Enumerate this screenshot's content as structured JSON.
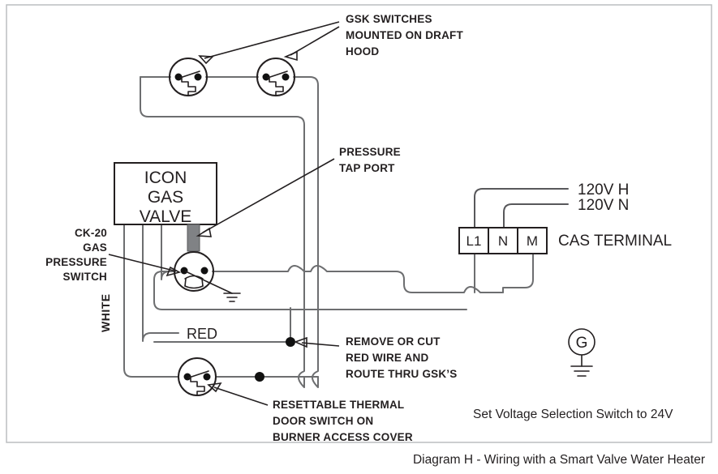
{
  "diagram": {
    "caption": "Diagram H - Wiring with a Smart Valve Water Heater",
    "note": "Set Voltage Selection Switch to 24V",
    "components": {
      "gas_valve": {
        "line1": "ICON",
        "line2": "GAS",
        "line3": "VALVE"
      },
      "terminal_block": {
        "cells": [
          "L1",
          "N",
          "M"
        ],
        "label": "CAS TERMINAL"
      },
      "ground_symbol": {
        "letter": "G"
      }
    },
    "wire_labels": {
      "white": "WHITE",
      "red": "RED"
    },
    "supply_labels": {
      "hot": "120V H",
      "neutral": "120V N"
    },
    "callouts": [
      {
        "id": "gsk-switches",
        "lines": [
          "GSK SWITCHES",
          "MOUNTED ON DRAFT",
          "HOOD"
        ]
      },
      {
        "id": "pressure-tap-port",
        "lines": [
          "PRESSURE",
          "TAP PORT"
        ]
      },
      {
        "id": "ck20-gas-pressure-switch",
        "lines": [
          "CK-20",
          "GAS",
          "PRESSURE",
          "SWITCH"
        ]
      },
      {
        "id": "remove-or-cut-red-wire",
        "lines": [
          "REMOVE OR CUT",
          "RED WIRE AND",
          "ROUTE THRU GSK’S"
        ]
      },
      {
        "id": "resettable-thermal-door-switch",
        "lines": [
          "RESETTABLE THERMAL",
          "DOOR SWITCH ON",
          "BURNER ACCESS COVER"
        ]
      }
    ],
    "colors": {
      "wire": "#6d6e70",
      "symbol": "#231f20",
      "frame": "#bcbec0",
      "tap_port": "#808285",
      "background": "#ffffff"
    }
  }
}
